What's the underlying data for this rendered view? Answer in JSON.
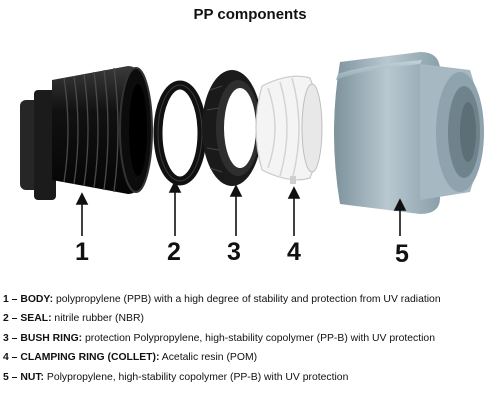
{
  "title": "PP components",
  "parts": [
    {
      "number": "1",
      "name": "BODY",
      "description": "polypropylene (PPB) with a high degree of stability and protection from UV radiation"
    },
    {
      "number": "2",
      "name": "SEAL",
      "description": "nitrile rubber (NBR)"
    },
    {
      "number": "3",
      "name": "BUSH RING",
      "description": "protection Polypropylene, high-stability copolymer (PP-B) with UV protection"
    },
    {
      "number": "4",
      "name": "CLAMPING RING (COLLET)",
      "description": "Acetalic resin (POM)"
    },
    {
      "number": "5",
      "name": "NUT",
      "description": "Polypropylene, high-stability copolymer (PP-B) with UV protection"
    }
  ],
  "separator": " – ",
  "colon": ":",
  "colors": {
    "body": "#1e1e1e",
    "seal": "#111111",
    "bush_ring": "#1a1a1a",
    "collet": "#f2f2f2",
    "nut": "#9fb3bd"
  }
}
